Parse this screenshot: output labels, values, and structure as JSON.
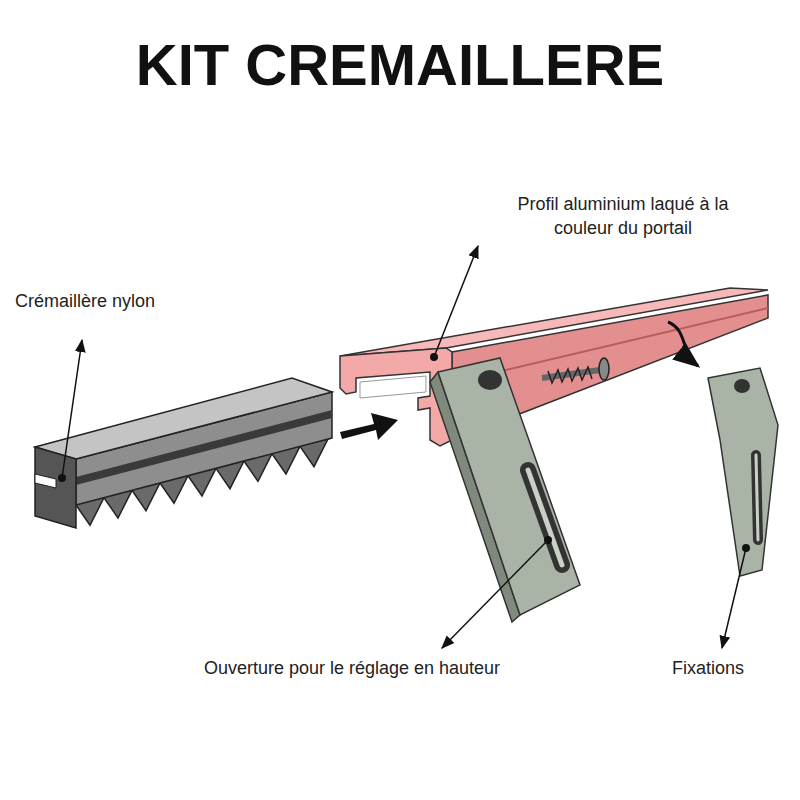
{
  "diagram": {
    "title": "KIT CREMAILLERE",
    "labels": [
      "Crémaillère nylon",
      "Profil aluminium laqué à la couleur du portail",
      "Ouverture pour le réglage en hauteur",
      "Fixations"
    ]
  }
}
